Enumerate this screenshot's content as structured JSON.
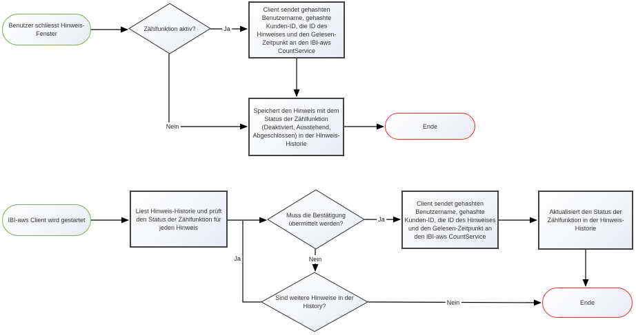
{
  "colors": {
    "start_border": "#83ad5f",
    "end_border": "#e8282c",
    "process_border": "#404040",
    "connector_line": "#000000",
    "node_fill_light": "#ffffff",
    "node_fill_dark": "#e8ecf2",
    "text": "#333333"
  },
  "flow_top": {
    "start": "Benutzer schliesst Hinweis-Fenster",
    "decision_zaehlfunktion": "Zählfunktion aktiv?",
    "process_client_sendet": "Client sendet gehashten Benutzername, gehashte Kunden-ID, die ID des Hinweises und den Gelesen-Zeitpunkt an den IBI-aws CountService",
    "process_speichert": "Speichert den Hinweis mit dem Status der Zählfunktion (Deaktiviert, Ausstehend, Abgeschlossen) in der Hinweis-Historie",
    "end": "Ende",
    "label_ja": "Ja",
    "label_nein": "Nein"
  },
  "flow_bottom": {
    "start": "IBI-aws Client wird gestartet",
    "process_liest": "Liest Hinweis-Historie und prüft den Status der Zählfunktion für jeden Hinweis",
    "decision_bestaetigung": "Muss die Bestätigung übermittelt werden?",
    "process_client_sendet": "Client sendet gehashten Benutzername, gehashte Kunden-ID, die ID des Hinweises und den Gelesen-Zeitpunkt an den IBI-aws CountService",
    "process_aktualisiert": "Aktualisiert den Status der Zählfunktion in der Hinweis-Historie",
    "decision_weitere": "Sind weitere Hinweise in der History?",
    "end": "Ende",
    "label_ja_bestaetigung": "Ja",
    "label_nein_bestaetigung": "Nein",
    "label_ja_loop": "Ja",
    "label_nein_ende": "Nein"
  }
}
